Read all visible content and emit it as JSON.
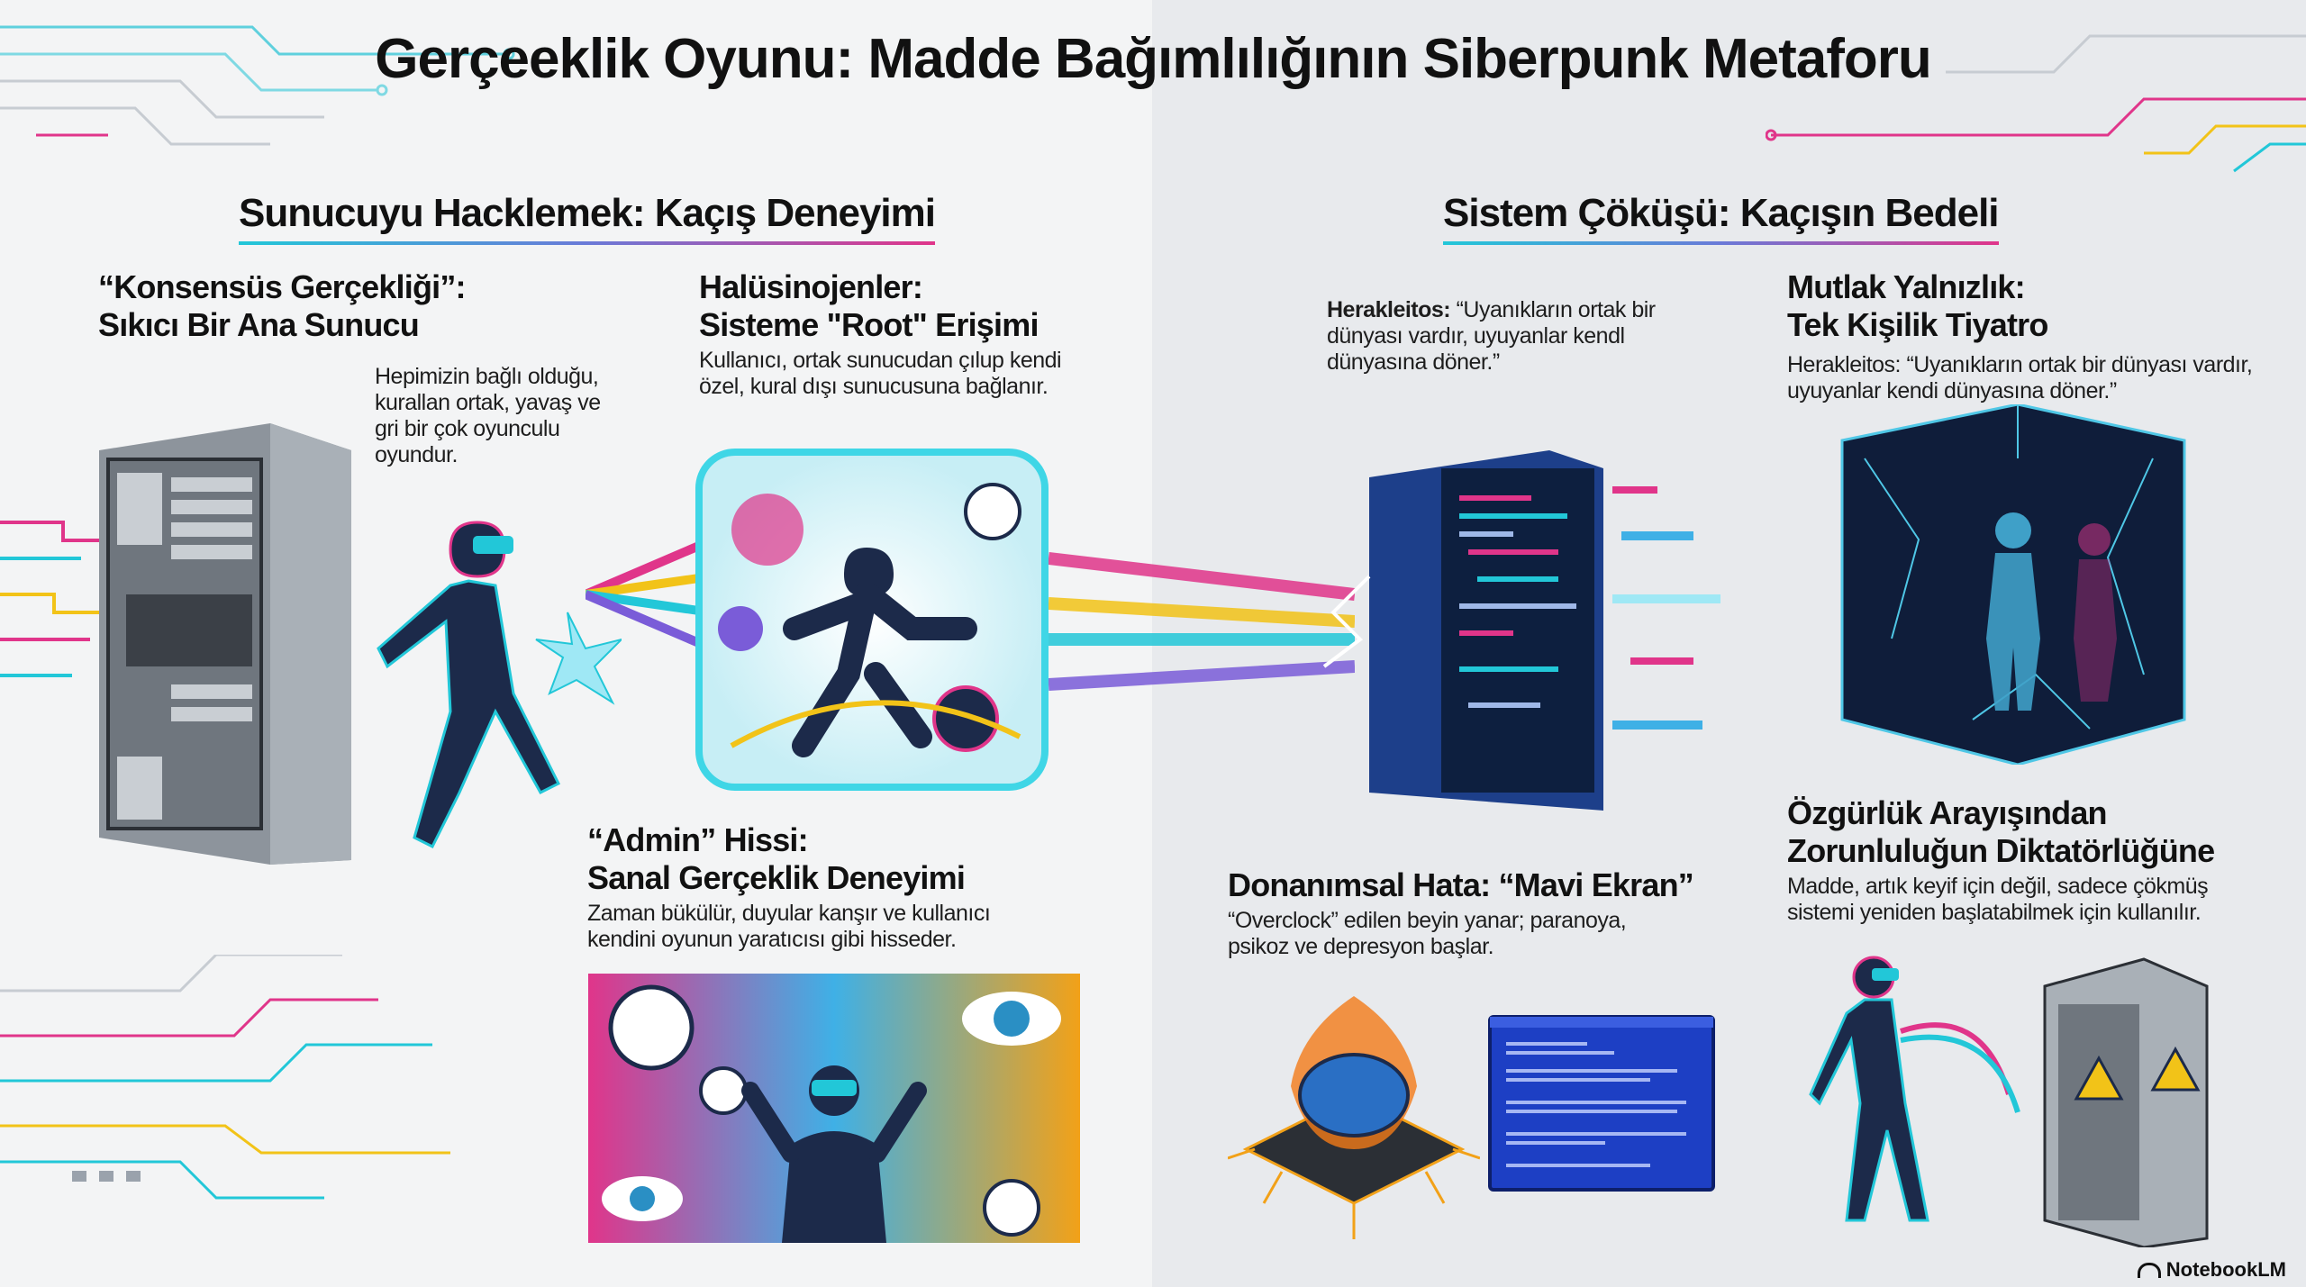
{
  "title": "Gerçeeklik Oyunu: Madde Bağımlılığının Siberpunk Metaforu",
  "left_section": {
    "heading": "Sunucuyu Hacklemek: Kaçış Deneyimi",
    "blocks": [
      {
        "title_line1": "“Konsensüs Gerçekliği”:",
        "title_line2": "Sıkıcı Bir Ana Sunucu",
        "text": "Hepimizin bağlı olduğu, kurallan ortak, yavaş ve gri bir çok oyunculu oyundur."
      },
      {
        "title_line1": "Halüsinojenler:",
        "title_line2": "Sisteme \"Root\" Erişimi",
        "text": "Kullanıcı, ortak sunucudan çılup kendi özel, kural dışı sunucusuna bağlanır."
      },
      {
        "title_line1": "“Admin” Hissi:",
        "title_line2": "Sanal Gerçeklik Deneyimi",
        "text": "Zaman bükülür, duyular kanşır ve kullanıcı kendini oyunun yaratıcısı gibi hisseder."
      }
    ]
  },
  "right_section": {
    "heading": "Sistem Çöküşü: Kaçışın Bedeli",
    "quote_block": {
      "label": "Herakleitos:",
      "text": "“Uyanıkların ortak bir dünyası vardır, uyuyanlar kendl dünyasına döner.”"
    },
    "blocks": [
      {
        "title_line1": "Mutlak Yalnızlık:",
        "title_line2": "Tek Kişilik Tiyatro",
        "text": "Herakleitos: “Uyanıkların ortak bir dünyası vardır, uyuyanlar kendi dünyasına döner.”"
      },
      {
        "title_line1": "Donanımsal Hata: “Mavi Ekran”",
        "text": "“Overclock” edilen beyin yanar; paranoya, psikoz ve depresyon başlar."
      },
      {
        "title_line1": "Özgürlük Arayışından",
        "title_line2": "Zorunluluğun Diktatörlüğüne",
        "text": "Madde, artık keyif için değil, sadece çökmüş sistemi yeniden başlatabilmek için kullanılır."
      }
    ]
  },
  "brand": "NotebookLM",
  "colors": {
    "cyan": "#22c7d8",
    "magenta": "#e0358a",
    "yellow": "#f2c318",
    "bsod": "#1d3fc4",
    "navy": "#1c2a4a"
  }
}
